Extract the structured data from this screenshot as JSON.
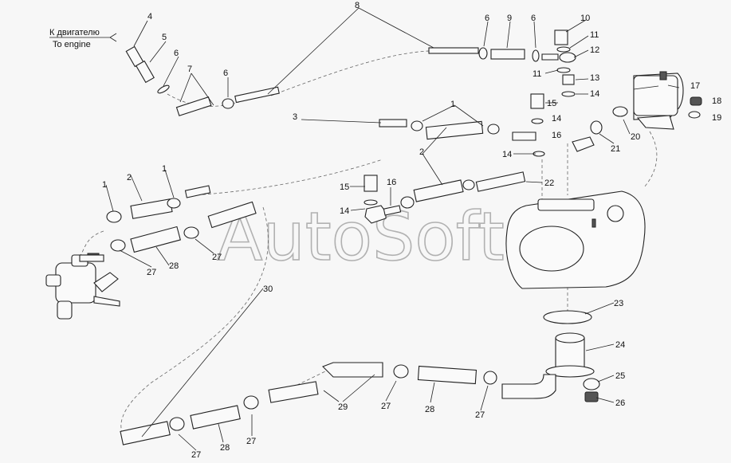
{
  "caption": {
    "ru": "К двигателю",
    "en": "To engine"
  },
  "watermark": "AutoSoft",
  "labels": {
    "n1": "1",
    "n2": "2",
    "n3": "3",
    "n4": "4",
    "n5": "5",
    "n6": "6",
    "n7": "7",
    "n8": "8",
    "n9": "9",
    "n10": "10",
    "n11": "11",
    "n12": "12",
    "n13": "13",
    "n14": "14",
    "n15": "15",
    "n16": "16",
    "n17": "17",
    "n18": "18",
    "n19": "19",
    "n20": "20",
    "n21": "21",
    "n22": "22",
    "n23": "23",
    "n24": "24",
    "n25": "25",
    "n26": "26",
    "n27": "27",
    "n28": "28",
    "n29": "29",
    "n30": "30"
  }
}
